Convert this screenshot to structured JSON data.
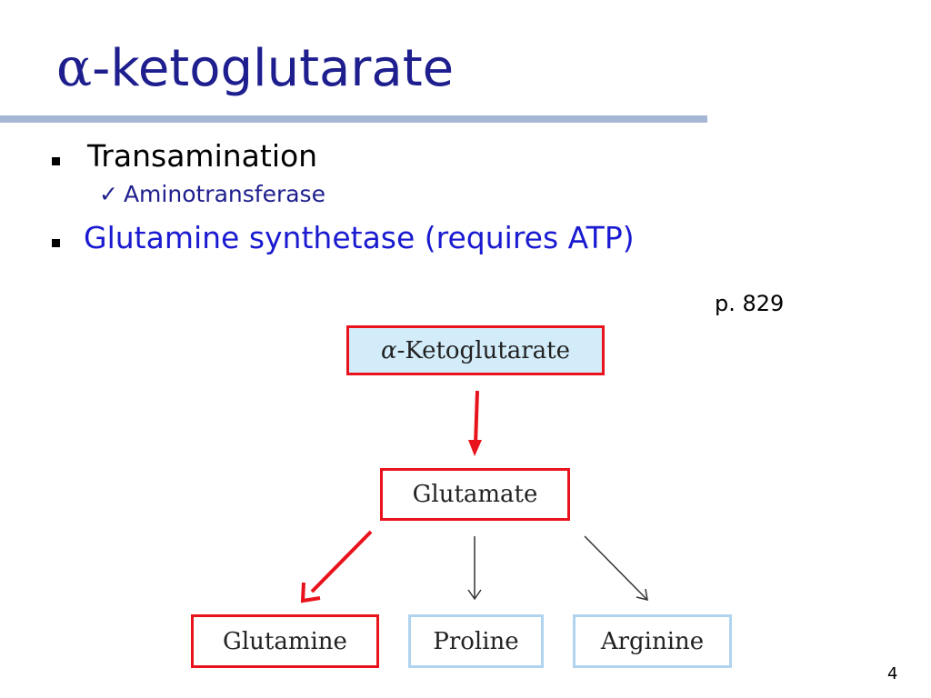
{
  "slide": {
    "title_symbol": "α",
    "title_text": "-ketoglutarate",
    "slide_number": "4",
    "page_ref": "p. 829"
  },
  "bullets": [
    {
      "text": "Transamination",
      "color": "#000000",
      "sub_items": [
        {
          "check": "✓",
          "text": "Aminotransferase"
        }
      ]
    },
    {
      "text": "Glutamine synthetase (requires ATP)",
      "color": "#1a1ad1"
    }
  ],
  "diagram": {
    "nodes": [
      {
        "id": "akg",
        "symbol": "α",
        "label": "-Ketoglutarate",
        "border_color": "#e8131c",
        "fill_color": "#d3ecfa"
      },
      {
        "id": "glutamate",
        "label": "Glutamate",
        "border_color": "#e8131c"
      },
      {
        "id": "glutamine",
        "label": "Glutamine",
        "border_color": "#e8131c"
      },
      {
        "id": "proline",
        "label": "Proline",
        "border_color": "#b0d4ef"
      },
      {
        "id": "arginine",
        "label": "Arginine",
        "border_color": "#b0d4ef"
      }
    ],
    "edges": [
      {
        "from": "akg",
        "to": "glutamate",
        "highlighted": true
      },
      {
        "from": "glutamate",
        "to": "glutamine",
        "highlighted": true
      },
      {
        "from": "glutamate",
        "to": "proline",
        "highlighted": false
      },
      {
        "from": "glutamate",
        "to": "arginine",
        "highlighted": false
      }
    ],
    "highlight_color": "#e8131c"
  }
}
